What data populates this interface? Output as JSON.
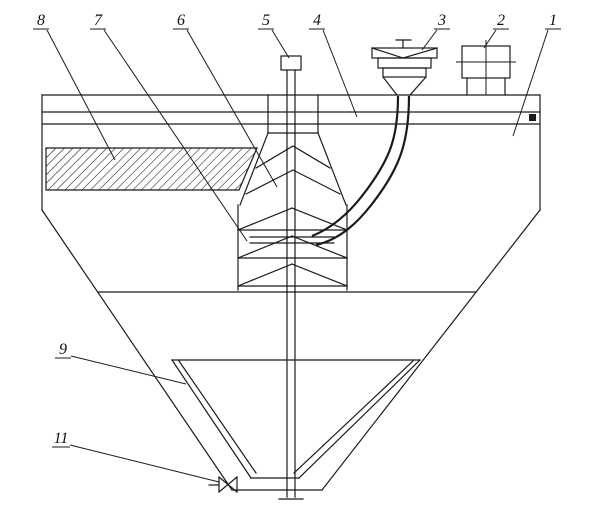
{
  "figure": {
    "background_color": "#ffffff",
    "line_color": "#1b1b1b"
  },
  "callouts": {
    "n1": "1",
    "n2": "2",
    "n3": "3",
    "n4": "4",
    "n5": "5",
    "n6": "6",
    "n7": "7",
    "n8": "8",
    "n9": "9",
    "n11": "11"
  }
}
